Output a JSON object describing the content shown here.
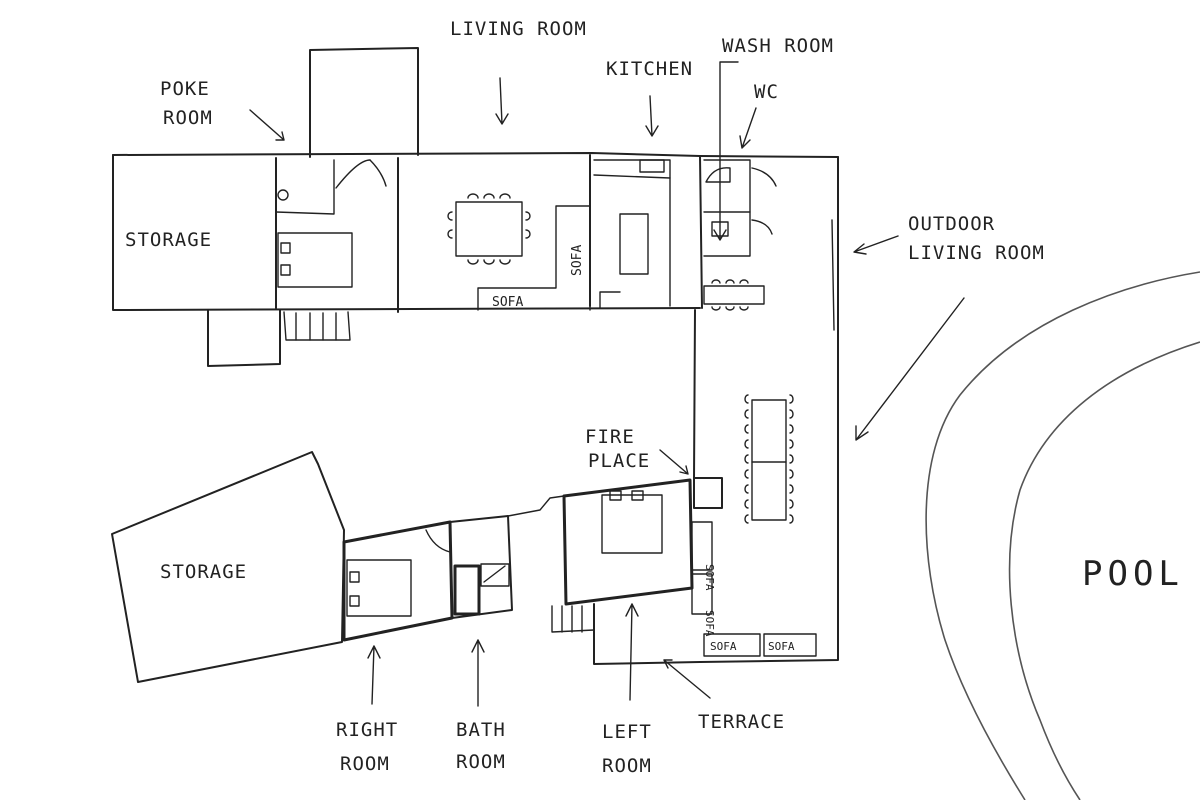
{
  "labels": {
    "poke_room": [
      "POKE",
      "ROOM"
    ],
    "living_room": "LIVING ROOM",
    "kitchen": "KITCHEN",
    "wash_room": "WASH ROOM",
    "wc": "WC",
    "outdoor_living_room": [
      "OUTDOOR",
      "LIVING ROOM"
    ],
    "storage_top": "STORAGE",
    "storage_bottom": "STORAGE",
    "sofa_horizontal": "SOFA",
    "sofa_vertical": "SOFA",
    "fire_place": [
      "FIRE",
      "PLACE"
    ],
    "pool": "POOL",
    "right_room": [
      "RIGHT",
      "ROOM"
    ],
    "bath_room": [
      "BATH",
      "ROOM"
    ],
    "left_room": [
      "LEFT",
      "ROOM"
    ],
    "terrace": "TERRACE",
    "terrace_sofa_1": "SOFA",
    "terrace_sofa_2": "SOFA",
    "side_sofa_1": "SOFA",
    "side_sofa_2": "SOFA"
  }
}
